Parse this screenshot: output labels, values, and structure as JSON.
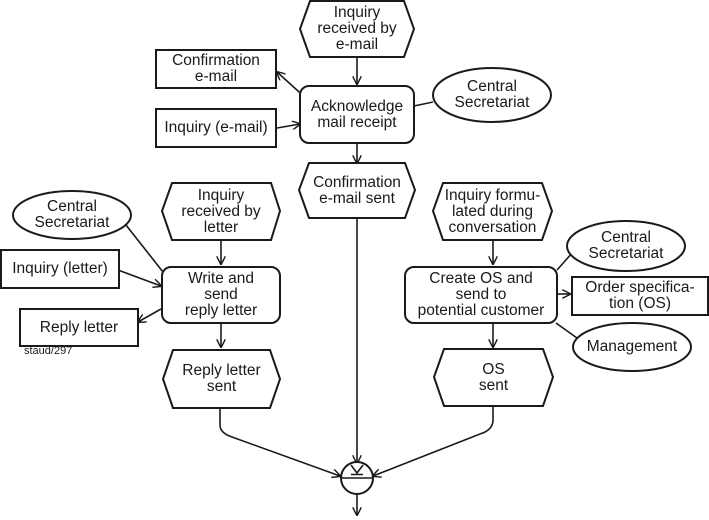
{
  "diagram": {
    "type": "event-driven process chain",
    "caption": "staud/297",
    "events": {
      "inquiry_email": "Inquiry\nreceived by\ne-mail",
      "confirmation_sent": "Confirmation\ne-mail sent",
      "inquiry_letter": "Inquiry\nreceived by\nletter",
      "inquiry_conversation": "Inquiry formu-\nlated during\nconversation",
      "reply_letter_sent": "Reply letter\nsent",
      "os_sent": "OS\nsent"
    },
    "functions": {
      "acknowledge": "Acknowledge\nmail receipt",
      "write_reply": "Write and\nsend\nreply letter",
      "create_os": "Create OS and\nsend to\npotential customer"
    },
    "info_objects": {
      "confirmation_email": "Confirmation\ne-mail",
      "inquiry_email": "Inquiry (e-mail)",
      "inquiry_letter": "Inquiry (letter)",
      "reply_letter": "Reply letter",
      "order_spec": "Order specifica-\ntion (OS)"
    },
    "org_units": {
      "central_secretariat_1": "Central\nSecretariat",
      "central_secretariat_2": "Central\nSecretariat",
      "central_secretariat_3": "Central\nSecretariat",
      "management": "Management"
    },
    "connector": {
      "type": "XOR",
      "symbol": "⊻"
    }
  }
}
